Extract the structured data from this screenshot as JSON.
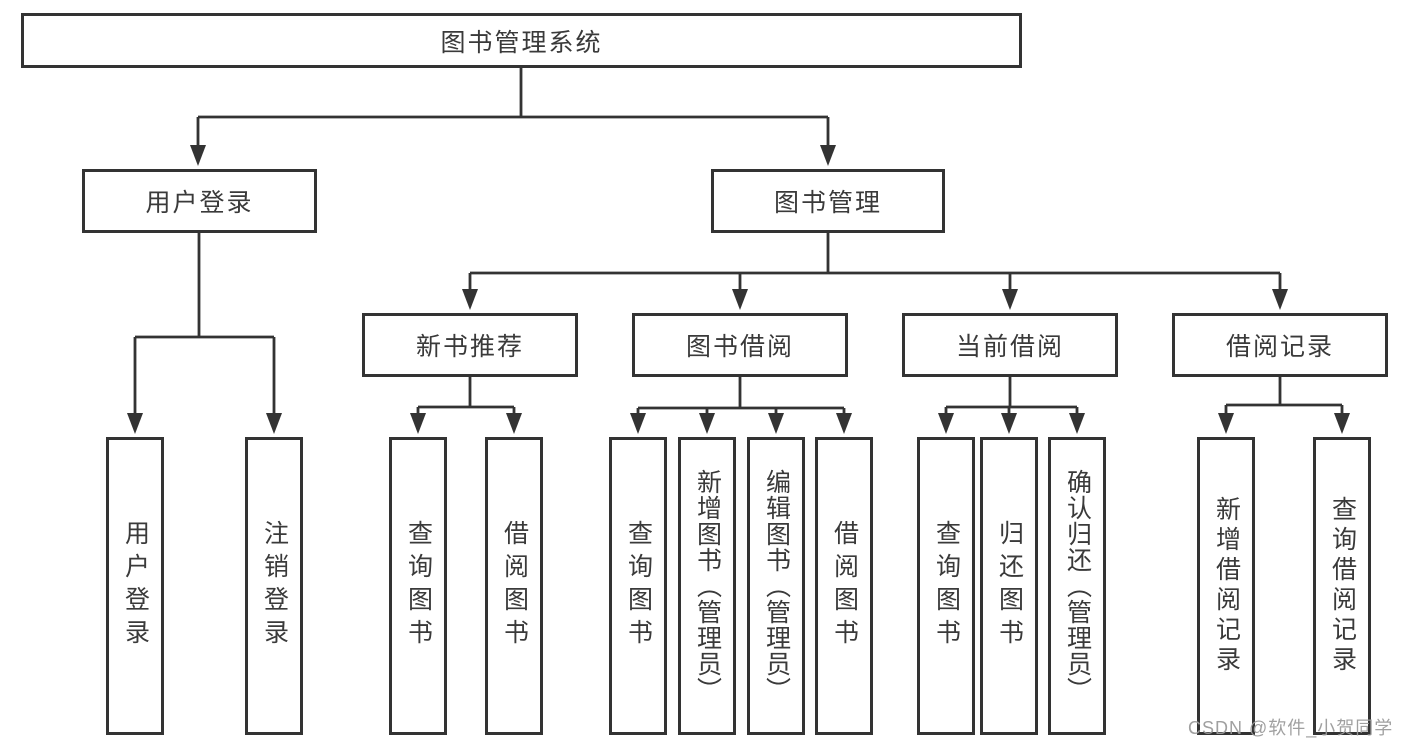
{
  "diagram_title": "图书管理系统",
  "nodes": {
    "root": "图书管理系统",
    "user_login": "用户登录",
    "book_management": "图书管理",
    "new_book_recommend": "新书推荐",
    "book_borrow": "图书借阅",
    "current_borrow": "当前借阅",
    "borrow_records": "借阅记录",
    "leaf_user_login": "用户登录",
    "leaf_logout": "注销登录",
    "leaf_nbr_query_book": "查询图书",
    "leaf_nbr_borrow_book": "借阅图书",
    "leaf_bb_query_book": "查询图书",
    "leaf_bb_add_book": "新增图书（管理员）",
    "leaf_bb_edit_book": "编辑图书（管理员）",
    "leaf_bb_borrow_book": "借阅图书",
    "leaf_cb_query_book": "查询图书",
    "leaf_cb_return_book": "归还图书",
    "leaf_cb_confirm_return": "确认归还（管理员）",
    "leaf_br_add_record": "新增借阅记录",
    "leaf_br_query_record": "查询借阅记录"
  },
  "watermark": "CSDN @软件_小贺同学",
  "colors": {
    "line": "#333333",
    "box_border": "#333333",
    "text": "#3a3a3a",
    "watermark": "#9b9b9b",
    "background": "#ffffff"
  }
}
